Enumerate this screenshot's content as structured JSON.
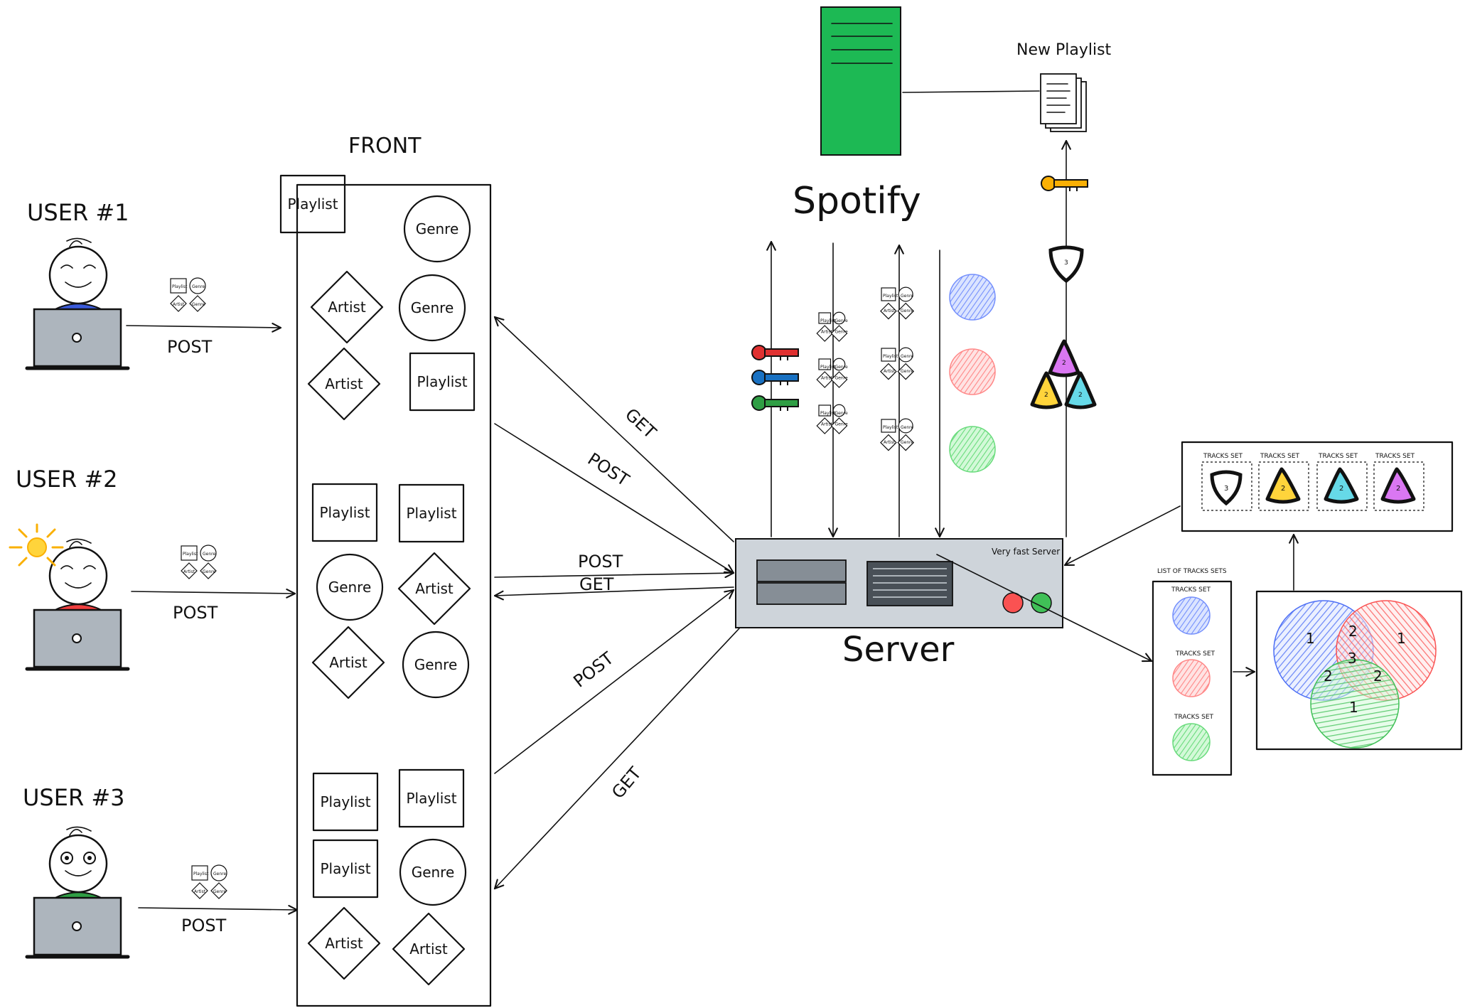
{
  "titles": {
    "front": "FRONT",
    "spotify": "Spotify",
    "server": "Server",
    "server_tag": "Very fast Server",
    "new_playlist": "New Playlist",
    "list_of_tracks_sets": "LIST OF TRACKS SETS",
    "tracks_set": "TRACKS SET"
  },
  "users": [
    {
      "label": "USER #1",
      "action": "POST",
      "shirt": "#3b5bdb"
    },
    {
      "label": "USER #2",
      "action": "POST",
      "shirt": "#f03e3e"
    },
    {
      "label": "USER #3",
      "action": "POST",
      "shirt": "#2f9e44"
    }
  ],
  "mini_icons": {
    "playlist": "Playlist",
    "genre": "Genre",
    "artist": "Artist"
  },
  "front_groups": [
    [
      {
        "shape": "square",
        "label": "Playlist"
      },
      {
        "shape": "circle",
        "label": "Genre"
      },
      {
        "shape": "diamond",
        "label": "Artist"
      },
      {
        "shape": "circle",
        "label": "Genre"
      },
      {
        "shape": "diamond",
        "label": "Artist"
      },
      {
        "shape": "square",
        "label": "Playlist"
      }
    ],
    [
      {
        "shape": "square",
        "label": "Playlist"
      },
      {
        "shape": "square",
        "label": "Playlist"
      },
      {
        "shape": "circle",
        "label": "Genre"
      },
      {
        "shape": "diamond",
        "label": "Artist"
      },
      {
        "shape": "diamond",
        "label": "Artist"
      },
      {
        "shape": "circle",
        "label": "Genre"
      }
    ],
    [
      {
        "shape": "square",
        "label": "Playlist"
      },
      {
        "shape": "square",
        "label": "Playlist"
      },
      {
        "shape": "square",
        "label": "Playlist"
      },
      {
        "shape": "circle",
        "label": "Genre"
      },
      {
        "shape": "diamond",
        "label": "Artist"
      },
      {
        "shape": "diamond",
        "label": "Artist"
      }
    ]
  ],
  "front_server_arrows": [
    {
      "label": "GET"
    },
    {
      "label": "POST"
    },
    {
      "label": "POST"
    },
    {
      "label": "GET"
    },
    {
      "label": "POST"
    },
    {
      "label": "GET"
    }
  ],
  "venn_numbers": [
    "1",
    "2",
    "1",
    "3",
    "2",
    "2",
    "1"
  ],
  "tracks_sets_top": [
    {
      "label": "TRACKS SET",
      "number": "3",
      "color": "#ffffff"
    },
    {
      "label": "TRACKS SET",
      "number": "2",
      "color": "#ffd43b"
    },
    {
      "label": "TRACKS SET",
      "number": "2",
      "color": "#66d9e8"
    },
    {
      "label": "TRACKS SET",
      "number": "2",
      "color": "#da77f2"
    }
  ],
  "pyramid_numbers": [
    "3",
    "2",
    "2",
    "2"
  ],
  "colors": {
    "spotify_green": "#1db954",
    "server_body": "#ced4da",
    "set_blue": "#748ffc",
    "set_red": "#ff8787",
    "set_green": "#69db7c",
    "key_red": "#e03131",
    "key_blue": "#1971c2",
    "key_green": "#2f9e44",
    "key_yellow": "#fab005",
    "led_red": "#fa5252",
    "led_green": "#40c057"
  }
}
